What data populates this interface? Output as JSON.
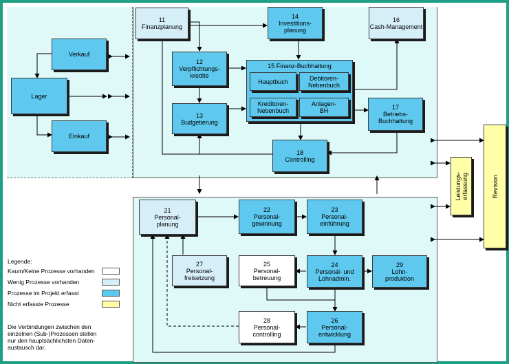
{
  "boxes": {
    "verkauf": "Verkauf",
    "lager": "Lager",
    "einkauf": "Einkauf",
    "b11": "11\nFinanzplanung",
    "b12": "12\nVerpflichtungs-\nkredite",
    "b13": "13\nBudgetierung",
    "b14": "14\nInvestitions-\nplanung",
    "b15": "15 Finanz-Buchhaltung",
    "hauptbuch": "Hauptbuch",
    "debitoren": "Debitoren-\nNebenbuch",
    "kreditoren": "Kreditoren-\nNebenbuch",
    "anlagen": "Anlagen-\nBH",
    "b16": "16\nCash-Management",
    "b17": "17\nBetriebs-\nBuchhaltung",
    "b18": "18\nControlling",
    "b21": "21\nPersonal-\nplanung",
    "b22": "22\nPersonal-\ngewinnung",
    "b23": "23\nPersonal-\neinführung",
    "b24": "24\nPersonal- und\nLohnadmin.",
    "b25": "25\nPersonal-\nbetreuung",
    "b26": "26\nPersonal-\nentwicklung",
    "b27": "27\nPersonal-\nfreisetzung",
    "b28": "28\nPersonal-\ncontrolling",
    "b29": "29\nLohn-\nproduktion",
    "leistung": "Leistungs-\nerfassung",
    "revision": "Revision"
  },
  "legend": {
    "title": "Legende:",
    "items": [
      {
        "label": "Kaum/Keine Prozesse vorhanden",
        "color": "#ffffff"
      },
      {
        "label": "Wenig Prozesse vorhanden",
        "color": "#d6eef8"
      },
      {
        "label": "Prozesse im Projekt erfasst",
        "color": "#5ec8ee"
      },
      {
        "label": "Nicht erfasste Prozesse",
        "color": "#ffffa8"
      }
    ],
    "note": "Die Verbindungen zwischen den\neinzelnen (Sub-)Prozessen stellen\nnur den hauptsächlichsten Daten-\naustausch dar."
  },
  "colors": {
    "frame": "#1f9f83",
    "zone": "#dff8f8",
    "full": "#5ec8ee",
    "light": "#d6eef8",
    "none": "#ffffff",
    "notCaptured": "#ffffa8"
  }
}
